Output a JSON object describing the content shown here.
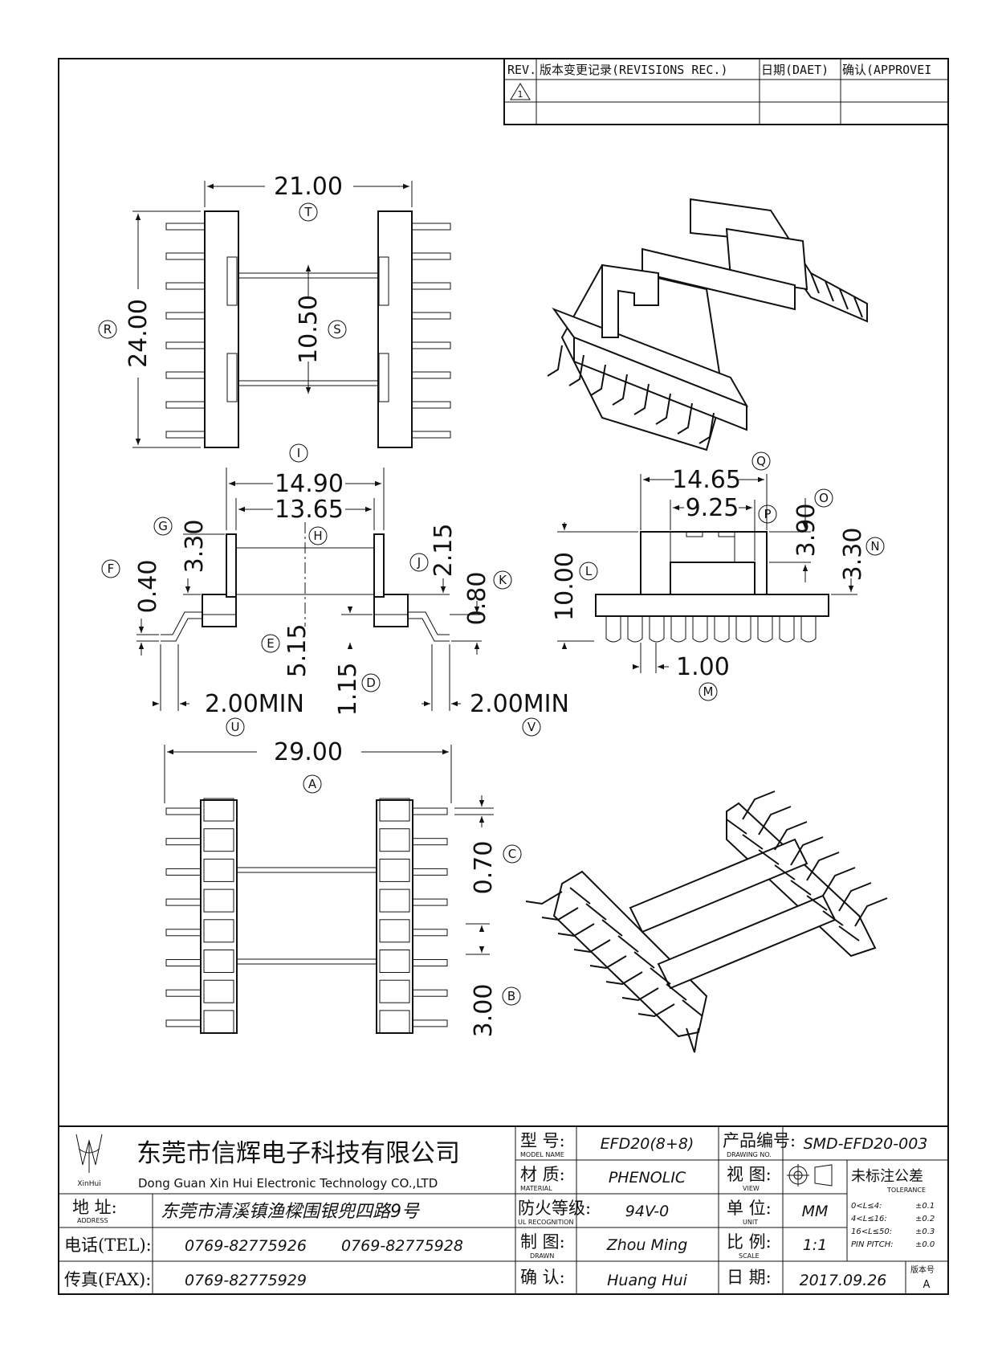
{
  "revision_block": {
    "headers": [
      "REV.",
      "版本变更记录(REVISIONS REC.)",
      "日期(DAET)",
      "确认(APPROVEI"
    ],
    "rev_symbol": "1"
  },
  "dimensions": {
    "top_view": {
      "width": "21.00",
      "width_ref": "T",
      "height": "24.00",
      "height_ref": "R",
      "core": "10.50",
      "core_ref": "S"
    },
    "side_view": {
      "outer": "14.90",
      "outer_ref": "I",
      "inner": "13.65",
      "inner_ref": "H",
      "flange_h": "3.30",
      "flange_h_ref": "G",
      "pin_t": "0.40",
      "pin_t_ref": "F",
      "right_h": "2.15",
      "right_h_ref": "J",
      "base_t": "0.80",
      "base_t_ref": "K",
      "center": "5.15",
      "center_ref": "E",
      "pin_off": "1.15",
      "pin_off_ref": "D",
      "min_left": "2.00MIN",
      "min_left_ref": "U",
      "min_right": "2.00MIN",
      "min_right_ref": "V"
    },
    "end_view": {
      "width": "14.65",
      "width_ref": "Q",
      "inner": "9.25",
      "inner_ref": "P",
      "top_h": "3.90",
      "top_h_ref": "O",
      "mid_h": "3.30",
      "mid_h_ref": "N",
      "height": "10.00",
      "height_ref": "L",
      "pitch": "1.00",
      "pitch_ref": "M"
    },
    "bottom_view": {
      "length": "29.00",
      "length_ref": "A",
      "pin_w": "0.70",
      "pin_w_ref": "C",
      "pin_pitch": "3.00",
      "pin_pitch_ref": "B"
    }
  },
  "title_block": {
    "company_cn": "东莞市信辉电子科技有限公司",
    "company_en": "Dong Guan Xin Hui Electronic Technology CO.,LTD",
    "logo_text": "XinHui",
    "address_label_cn": "地  址:",
    "address_label_en": "ADDRESS",
    "address": "东莞市清溪镇渔樑围银兜四路9号",
    "tel_label": "电话(TEL):",
    "tel1": "0769-82775926",
    "tel2": "0769-82775928",
    "fax_label": "传真(FAX):",
    "fax": "0769-82775929",
    "model_label_cn": "型  号:",
    "model_label_en": "MODEL NAME",
    "model": "EFD20(8+8)",
    "material_label_cn": "材  质:",
    "material_label_en": "MATERIAL",
    "material": "PHENOLIC",
    "ul_label_cn": "防火等级:",
    "ul_label_en": "UL RECOGNITION",
    "ul": "94V-0",
    "drawn_label_cn": "制  图:",
    "drawn_label_en": "DRAWN",
    "drawn": "Zhou Ming",
    "check_label_cn": "确  认:",
    "check": "Huang Hui",
    "dwg_label_cn": "产品编号:",
    "dwg_label_en": "DRAWING NO.",
    "dwg_no": "SMD-EFD20-003",
    "view_label_cn": "视  图:",
    "view_label_en": "VIEW",
    "unit_label_cn": "单  位:",
    "unit_label_en": "UNIT",
    "unit": "MM",
    "scale_label_cn": "比  例:",
    "scale_label_en": "SCALE",
    "scale": "1:1",
    "date_label_cn": "日  期:",
    "date": "2017.09.26",
    "tol_label_cn": "未标注公差",
    "tol_label_en": "TOLERANCE",
    "tol_rows": [
      {
        "range": "0<L≤4:",
        "val": "±0.1"
      },
      {
        "range": "4<L≤16:",
        "val": "±0.2"
      },
      {
        "range": "16<L≤50:",
        "val": "±0.3"
      },
      {
        "range": "PIN PITCH:",
        "val": "±0.0"
      }
    ],
    "ver_label": "版本号",
    "ver": "A"
  }
}
